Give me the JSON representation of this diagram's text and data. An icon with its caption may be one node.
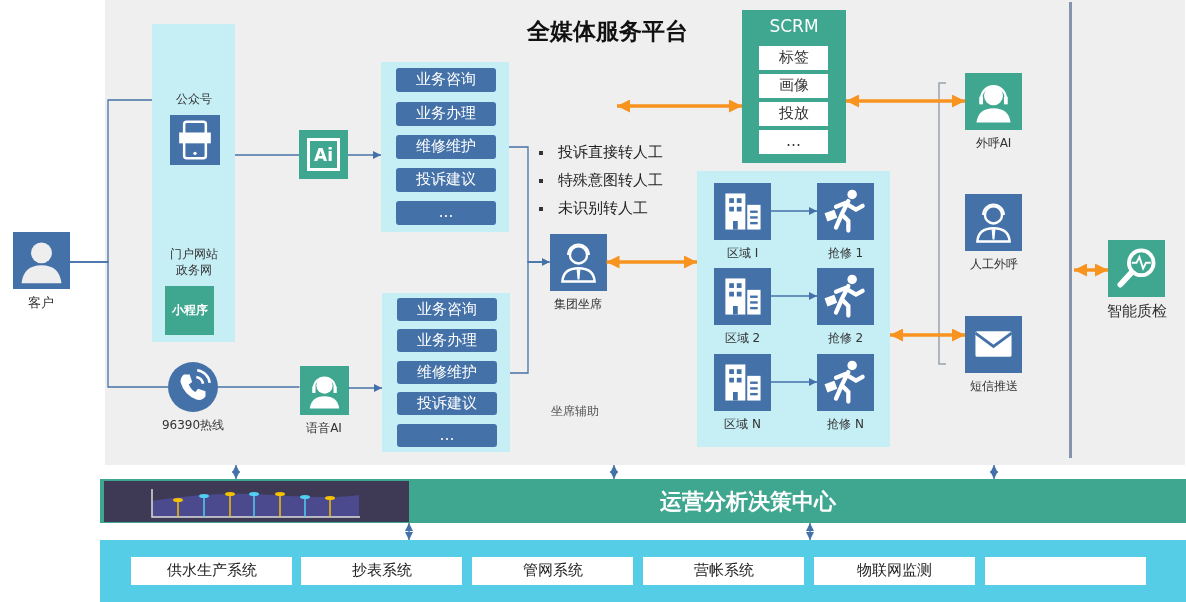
{
  "diagram": {
    "nodes": [
      {
        "text": [
          "全媒体服务平台"
        ]
      },
      {
        "text": [
          "客户"
        ]
      },
      {
        "text": [],
        "shape": "box",
        "in": 0
      },
      {
        "text": [
          "公众号"
        ],
        "in": 2
      },
      {
        "text": [
          "门户网站政务网"
        ],
        "in": 2
      },
      {
        "text": [
          "小程序"
        ],
        "in": 2
      },
      {
        "text": [
          "96390热线"
        ],
        "in": 0
      },
      {
        "text": [
          "Ai"
        ],
        "in": 0
      },
      {
        "text": [
          "语音AI"
        ],
        "in": 0
      },
      {
        "text": [],
        "shape": "box",
        "in": 0
      },
      {
        "text": [
          "业务咨询"
        ],
        "in": 9
      },
      {
        "text": [
          "业务办理"
        ],
        "in": 9
      },
      {
        "text": [
          "维修维护"
        ],
        "in": 9
      },
      {
        "text": [
          "投诉建议"
        ],
        "in": 9
      },
      {
        "text": [
          "…"
        ],
        "in": 9
      },
      {
        "text": [],
        "shape": "box",
        "in": 0
      },
      {
        "text": [
          "业务咨询"
        ],
        "in": 15
      },
      {
        "text": [
          "业务办理"
        ],
        "in": 15
      },
      {
        "text": [
          "维修维护"
        ],
        "in": 15
      },
      {
        "text": [
          "投诉建议"
        ],
        "in": 15
      },
      {
        "text": [
          "…"
        ],
        "in": 15
      },
      {
        "text": [
          "集团坐席"
        ],
        "in": 0
      },
      {
        "text": [
          "SCRM"
        ],
        "in": 0
      },
      {
        "text": [
          "标签"
        ],
        "in": 22
      },
      {
        "text": [
          "画像"
        ],
        "in": 22
      },
      {
        "text": [
          "投放"
        ],
        "in": 22
      },
      {
        "text": [
          "…"
        ],
        "in": 22
      },
      {
        "text": [],
        "shape": "box",
        "in": 0
      },
      {
        "text": [
          "区域 I"
        ],
        "in": 27
      },
      {
        "text": [
          "抢修 1"
        ],
        "in": 27
      },
      {
        "text": [
          "区域 2"
        ],
        "in": 27
      },
      {
        "text": [
          "抢修 2"
        ],
        "in": 27
      },
      {
        "text": [
          "区域 N"
        ],
        "in": 27
      },
      {
        "text": [
          "抢修 N"
        ],
        "in": 27
      },
      {
        "text": [
          "外呼AI"
        ],
        "in": 0
      },
      {
        "text": [
          "人工外呼"
        ],
        "in": 0
      },
      {
        "text": [
          "短信推送"
        ],
        "in": 0
      },
      {
        "text": [
          "智能质检"
        ],
        "in": 0
      },
      {
        "text": [
          "运营分析决策中心"
        ]
      },
      {
        "text": [],
        "shape": "box"
      },
      {
        "text": [
          "供水生产系统"
        ],
        "in": 39
      },
      {
        "text": [
          "抄表系统"
        ],
        "in": 39
      },
      {
        "text": [
          "管网系统"
        ],
        "in": 39
      },
      {
        "text": [
          "营帐系统"
        ],
        "in": 39
      },
      {
        "text": [
          "物联网监测"
        ],
        "in": 39
      },
      {
        "text": [],
        "shape": "box",
        "in": 39
      }
    ],
    "edges": [
      {
        "from": 1,
        "to": 2,
        "arrow": "none"
      },
      {
        "from": 1,
        "to": 6,
        "arrow": "none"
      },
      {
        "from": 2,
        "to": 7,
        "arrow": "none"
      },
      {
        "from": 7,
        "to": 9,
        "arrow": "to"
      },
      {
        "from": 6,
        "to": 8,
        "arrow": "none"
      },
      {
        "from": 8,
        "to": 15,
        "arrow": "to"
      },
      {
        "from": 9,
        "to": 21,
        "arrow": "to"
      },
      {
        "from": 15,
        "to": 21,
        "arrow": "to"
      },
      {
        "from": null,
        "to": 22,
        "arrow": "both",
        "style": "thick",
        "color": "#f7931e"
      },
      {
        "from": 21,
        "to": 27,
        "arrow": "both",
        "style": "thick",
        "color": "#f7931e"
      },
      {
        "from": 22,
        "to": 34,
        "arrow": "both",
        "style": "thick",
        "color": "#f7931e"
      },
      {
        "from": 27,
        "to": 36,
        "arrow": "both",
        "style": "thick",
        "color": "#f7931e"
      },
      {
        "from": null,
        "to": 37,
        "arrow": "both",
        "style": "thick",
        "color": "#f7931e"
      },
      {
        "from": 28,
        "to": 29,
        "arrow": "to"
      },
      {
        "from": 30,
        "to": 31,
        "arrow": "to"
      },
      {
        "from": 32,
        "to": 33,
        "arrow": "to"
      },
      {
        "from": 0,
        "to": 38,
        "arrow": "both"
      },
      {
        "from": 0,
        "to": 38,
        "arrow": "both"
      },
      {
        "from": 0,
        "to": 38,
        "arrow": "both"
      },
      {
        "from": 38,
        "to": 39,
        "arrow": "both"
      },
      {
        "from": 38,
        "to": 39,
        "arrow": "both"
      }
    ],
    "labels": [
      "投诉直接转人工",
      "特殊意图转人工",
      "未识别转人工",
      "坐席辅助"
    ]
  }
}
